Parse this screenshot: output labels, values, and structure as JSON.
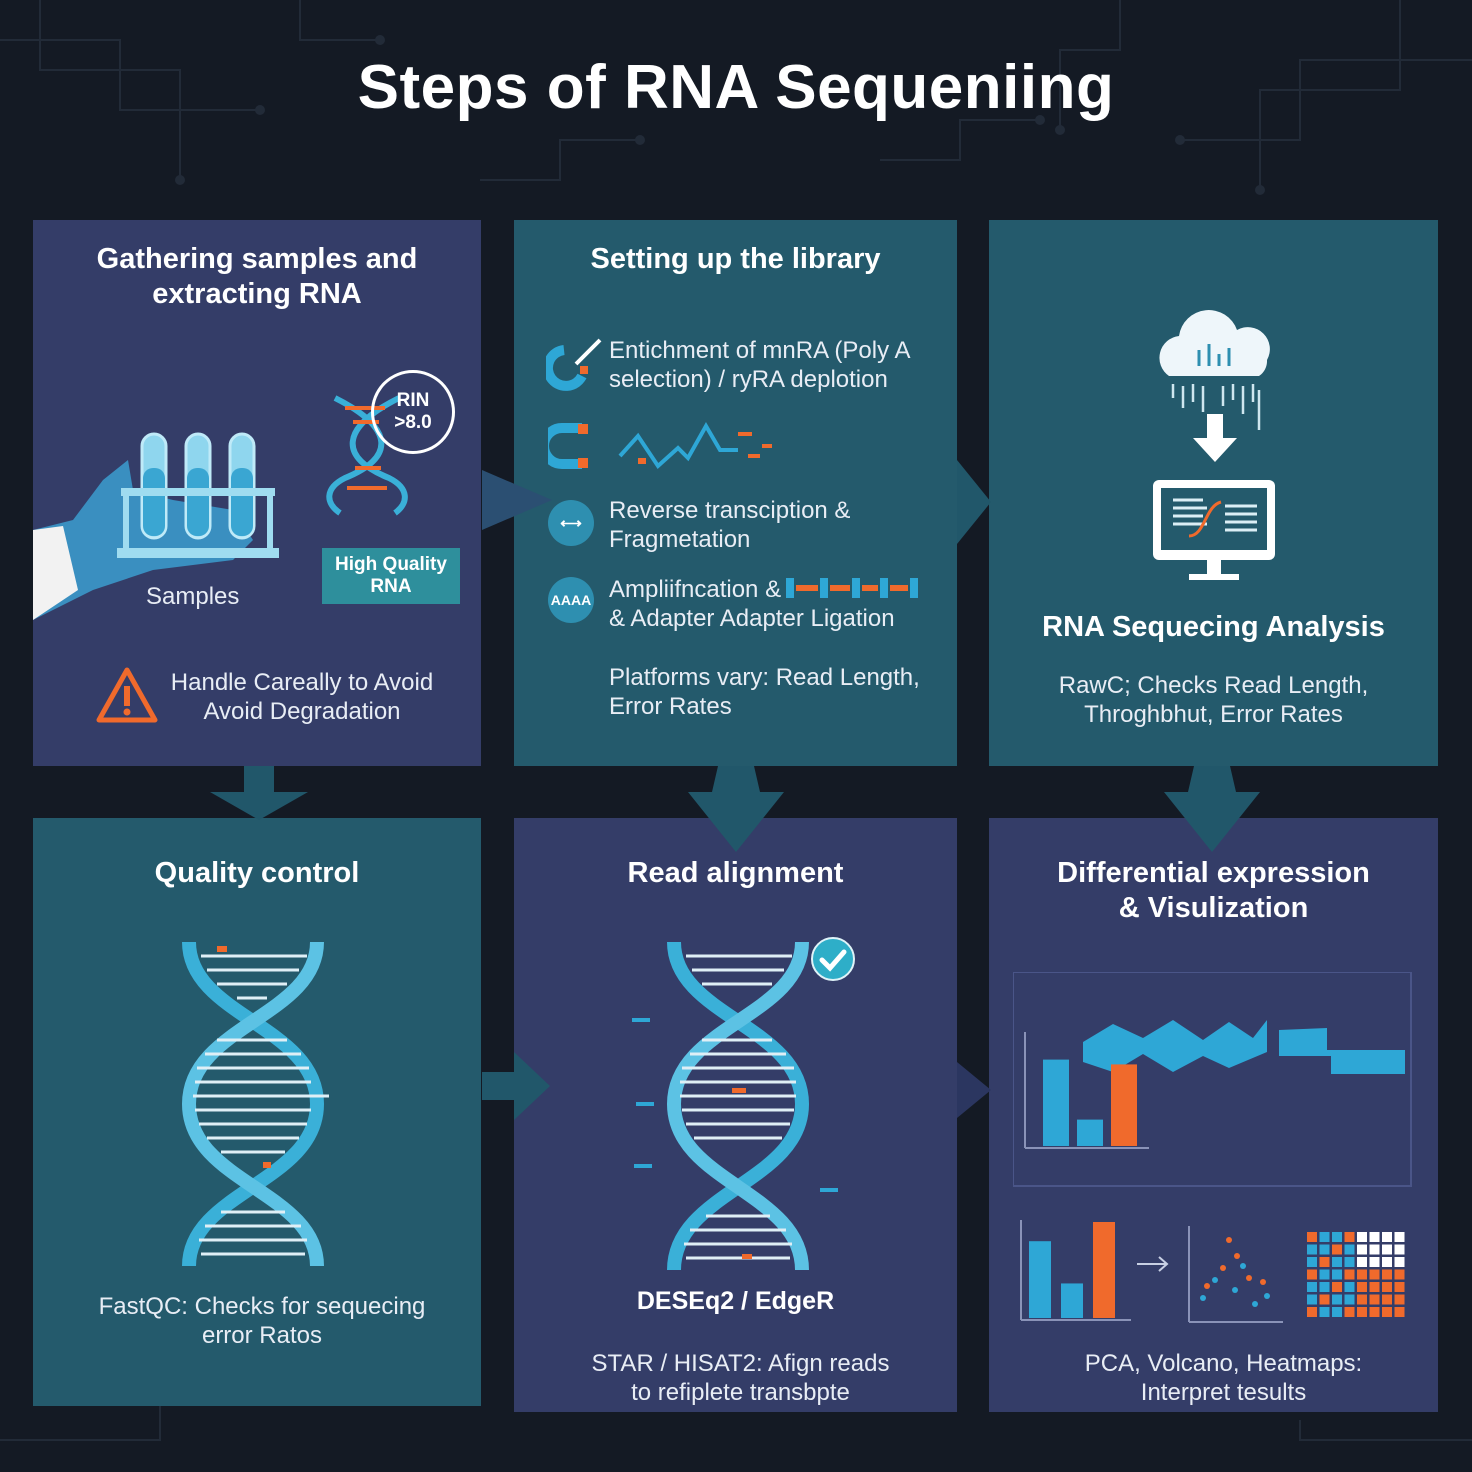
{
  "title": "Steps of RNA Sequeniing",
  "colors": {
    "background": "#141a24",
    "panel_indigo": "#343d68",
    "panel_teal": "#245a6c",
    "accent_blue": "#3ab0d8",
    "accent_orange": "#f06a2c"
  },
  "panels": {
    "p1": {
      "title_line1": "Gathering samples and",
      "title_line2": "extracting RNA",
      "samples_label": "Samples",
      "rin_line1": "RIN",
      "rin_line2": ">8.0",
      "badge_line1": "High Quality",
      "badge_line2": "RNA",
      "warning_line1": "Handle Careally to Avoid",
      "warning_line2": "Avoid Degradation",
      "icons": [
        "gloved-hand-icon",
        "test-tube-rack-icon",
        "dna-icon",
        "warning-icon"
      ]
    },
    "p2": {
      "title": "Setting up the library",
      "item1_line1": "Entichment of mnRA (Poly A",
      "item1_line2": "selection) / ryRA deplotion",
      "item2_line1": "Reverse transciption &",
      "item2_line2": "Fragmetation",
      "item3_circle": "AAAA",
      "item3_line1": "Ampliifncation &",
      "item3_line2": "& Adapter Adapter Ligation",
      "item4_line1": "Platforms vary: Read Length,",
      "item4_line2": "Error Rates",
      "icons": [
        "magnet-icon",
        "waveform-icon",
        "double-arrow-icon",
        "adapter-chain-icon"
      ]
    },
    "p3": {
      "title": "RNA Sequecing Analysis",
      "line1": "RawC; Checks Read Length,",
      "line2": "Throghbhut, Error Rates",
      "icons": [
        "cloud-data-icon",
        "down-arrow-icon",
        "monitor-icon"
      ]
    },
    "p4": {
      "title": "Quality control",
      "line1": "FastQC: Checks for sequecing",
      "line2": "error Ratos",
      "icons": [
        "dna-helix-icon"
      ]
    },
    "p5": {
      "title": "Read alignment",
      "subtitle": "DESEq2 / EdgeR",
      "line1": "STAR / HISAT2: Afign reads",
      "line2": "to refiplete transbpte",
      "icons": [
        "dna-helix-icon",
        "check-icon"
      ]
    },
    "p6": {
      "title_line1": "Differential expression",
      "title_line2": "& Visulization",
      "line1": "PCA, Volcano, Heatmaps:",
      "line2": "Interpret tesults",
      "icons": [
        "bar-chart-icon",
        "volcano-plot-icon",
        "heatmap-icon",
        "right-arrow-icon"
      ]
    }
  },
  "mini_chart_main": {
    "type": "bar",
    "values": [
      0.72,
      0.22,
      0.68
    ],
    "colors": [
      "#2ea7d6",
      "#2ea7d6",
      "#f06a2c"
    ]
  },
  "mini_chart_small": {
    "type": "bar",
    "values": [
      0.8,
      0.36,
      1.0
    ],
    "colors": [
      "#2ea7d6",
      "#2ea7d6",
      "#f06a2c"
    ]
  }
}
